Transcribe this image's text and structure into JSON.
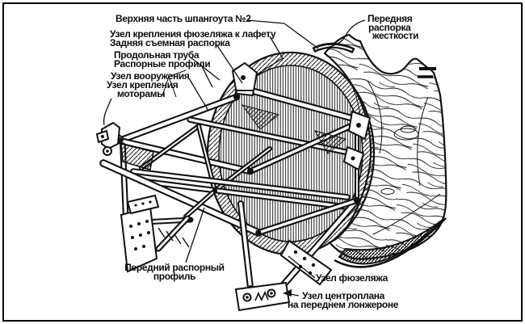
{
  "figure": {
    "type": "technical-line-drawing",
    "subject": "aircraft forward fuselage truss (lafet) attached to wooden monocoque fuselage",
    "background_color": "#ffffff",
    "line_color": "#111111",
    "labels": {
      "frame_top": "Верхняя часть шпангоута №2",
      "fuselage_mount": "Узел крепления фюзеляжа к лафету",
      "rear_strut": "Задняя съемная распорка",
      "longitudinal_tube": "Продольная труба",
      "spacer_profiles": "Распорные профили",
      "armament_node": "Узел вооружения",
      "engine_mount_line1": "Узел крепления",
      "engine_mount_line2": "моторамы",
      "front_stiffener_line1": "Передняя",
      "front_stiffener_line2": "распорка",
      "front_stiffener_line3": "жесткости",
      "front_profile_line1": "Передний распорный",
      "front_profile_line2": "профиль",
      "fuselage_node": "Узел фюзеляжа",
      "centerplane_node_line1": "Узел центроплана",
      "centerplane_node_line2": "на переднем лонжероне"
    }
  }
}
